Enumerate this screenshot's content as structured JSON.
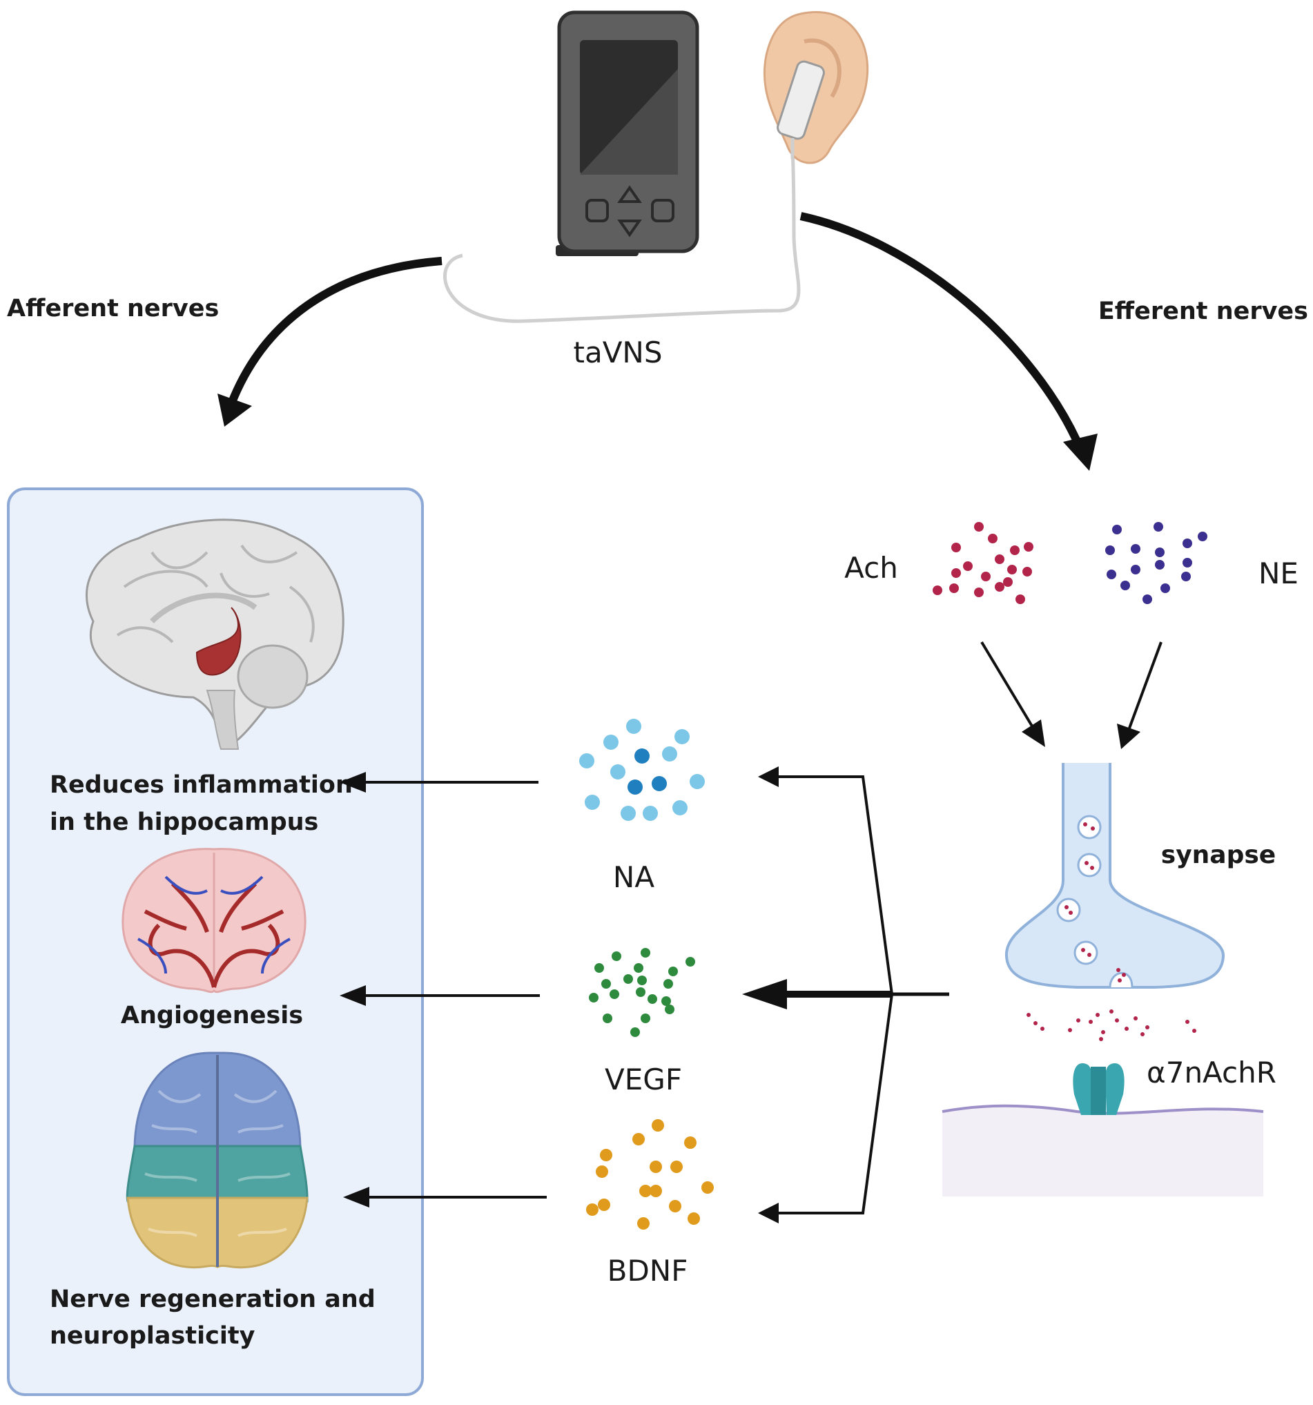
{
  "device": {
    "label": "taVNS"
  },
  "pathways": {
    "afferent_label": "Afferent nerves",
    "efferent_label": "Efferent nerves"
  },
  "effects": {
    "inflammation_line1": "Reduces inflammation",
    "inflammation_line2": "in the hippocampus",
    "angiogenesis": "Angiogenesis",
    "regeneration_line1": "Nerve regeneration and",
    "regeneration_line2": "neuroplasticity"
  },
  "neurotransmitters": {
    "ach": "Ach",
    "ne": "NE"
  },
  "factors": {
    "na": "NA",
    "vegf": "VEGF",
    "bdnf": "BDNF"
  },
  "synapse": {
    "label": "synapse",
    "receptor": "α7nAchR"
  },
  "colors": {
    "panel_fill": "#eaf1fb",
    "panel_stroke": "#8ea9d6",
    "ach": "#b3244a",
    "ne": "#3b2f8f",
    "na_light": "#7cc6e8",
    "na_dark": "#1f7fbf",
    "vegf": "#2e8b3e",
    "bdnf": "#e09a1c",
    "receptor": "#3aa6b0",
    "hippocampus": "#a83232"
  }
}
